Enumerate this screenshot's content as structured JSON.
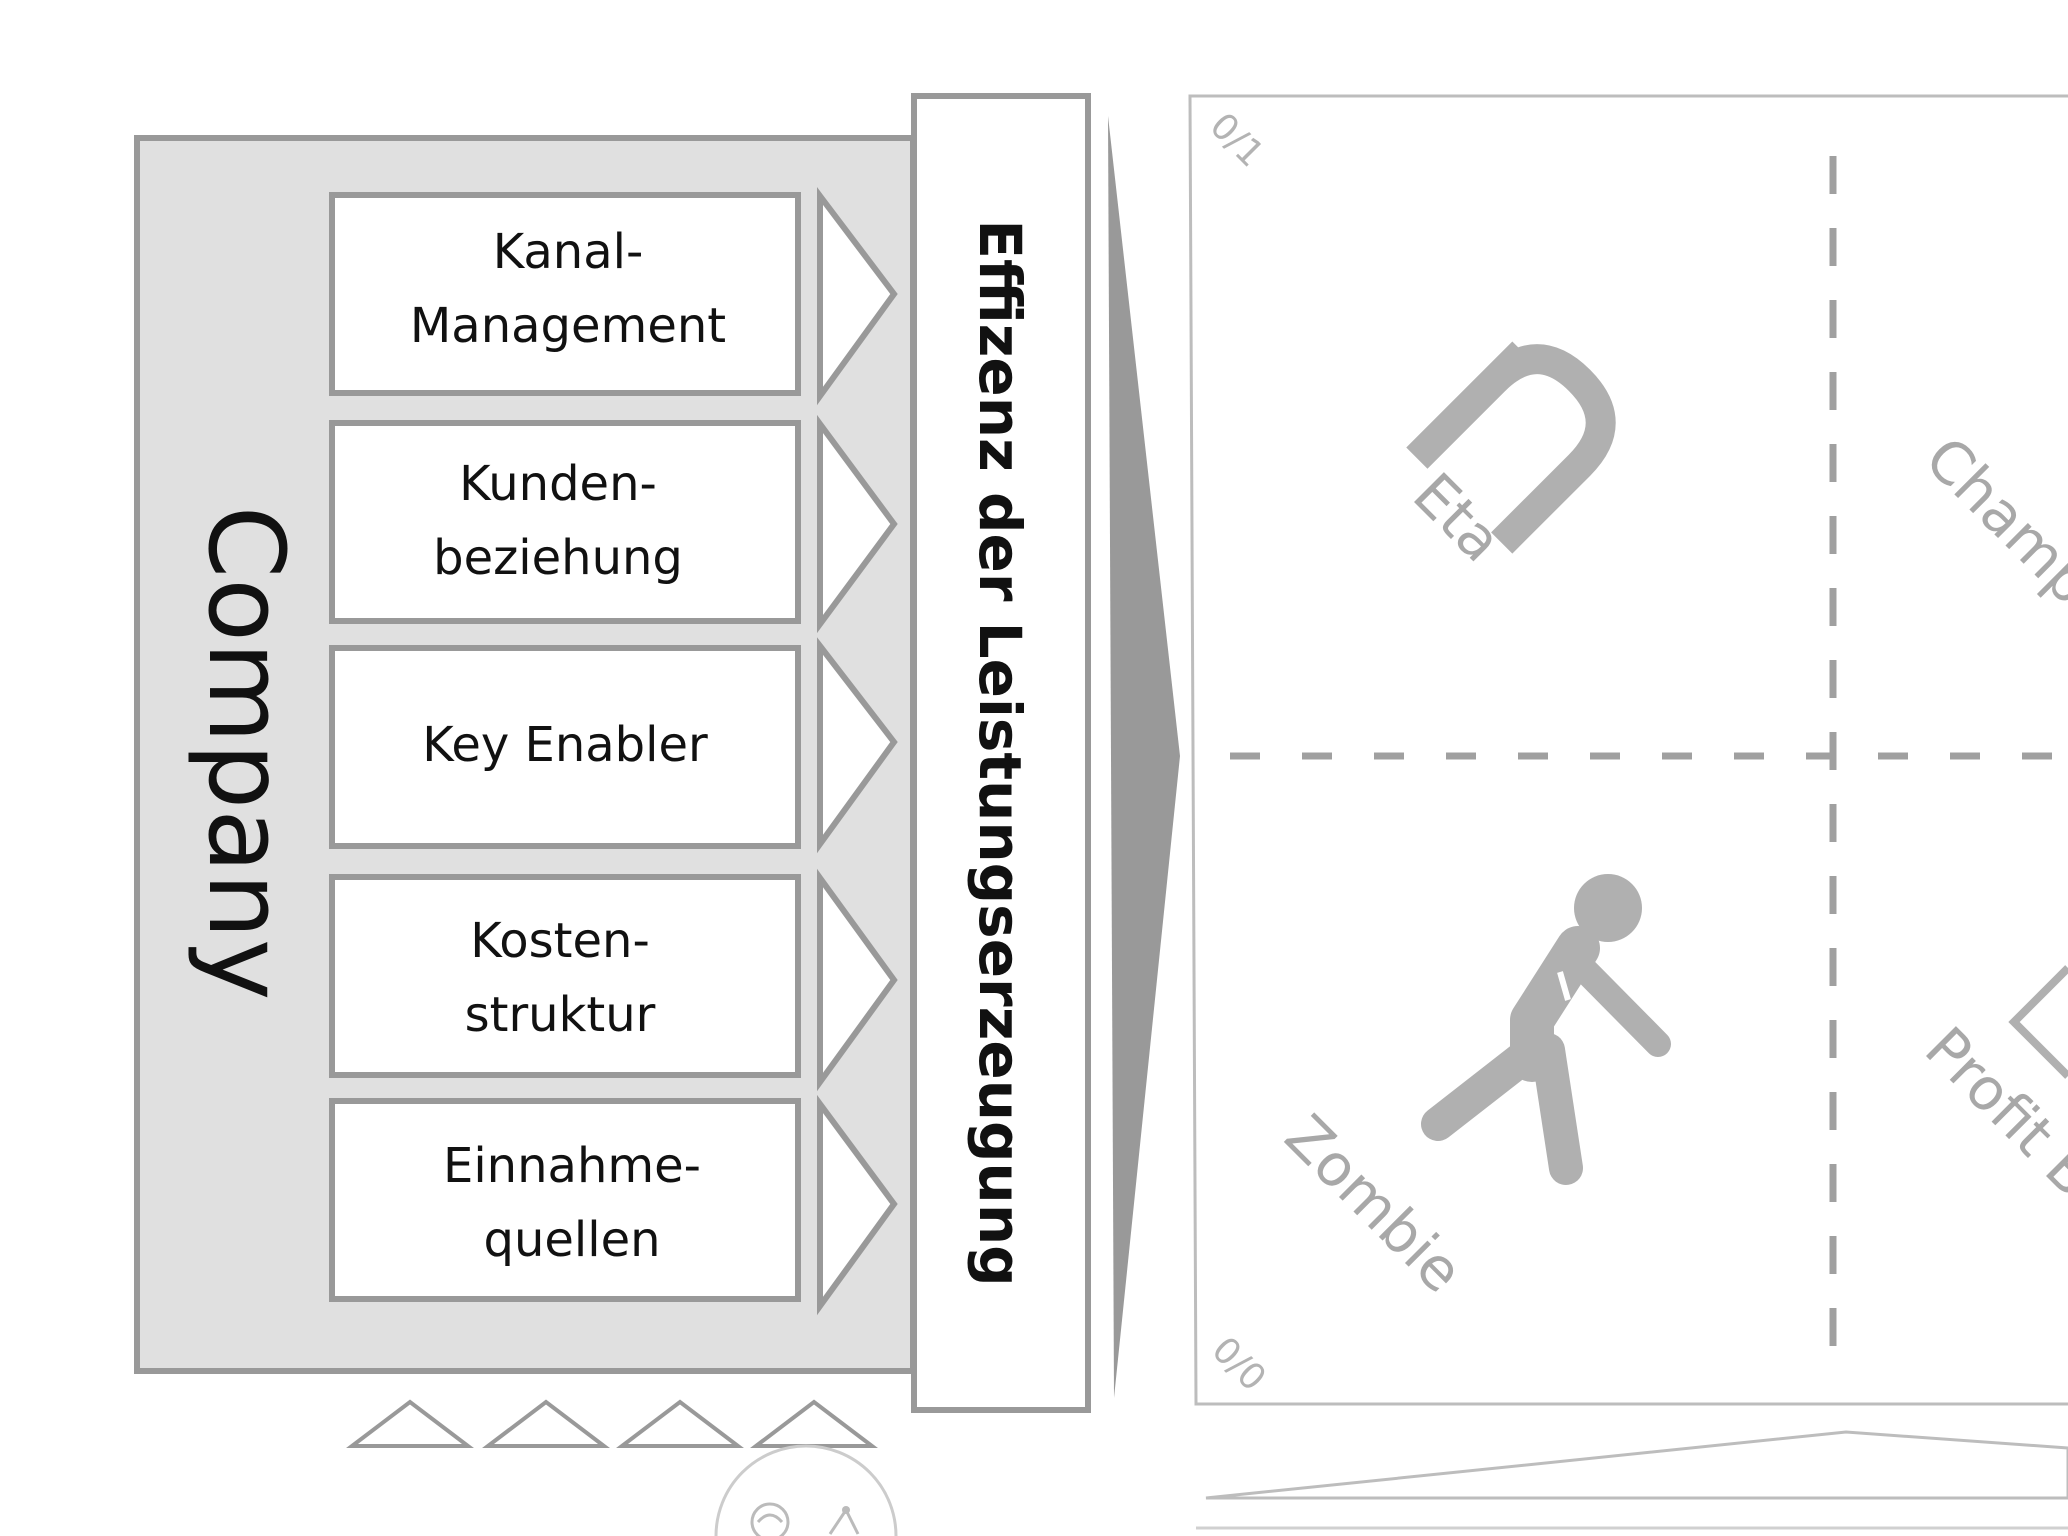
{
  "company": {
    "title": "Company"
  },
  "levers": [
    {
      "line1": "Kanal-",
      "line2": "Management"
    },
    {
      "line1": "Kunden-",
      "line2": "beziehung"
    },
    {
      "line1": "Key Enabler",
      "line2": ""
    },
    {
      "line1": "Kosten-",
      "line2": "struktur"
    },
    {
      "line1": "Einnahme-",
      "line2": "quellen"
    }
  ],
  "efficiency": {
    "title": "Effizenz der Leistungserzeugung"
  },
  "matrix": {
    "corner_top": "0/1",
    "corner_bottom": "0/0",
    "quadrants": {
      "top_left": "Eta",
      "top_right": "Champ",
      "bottom_left": "Zombie",
      "bottom_right": "Profit B"
    },
    "icons": {
      "top_left": "eta-symbol-icon",
      "bottom_left": "zombie-walking-icon",
      "bottom_right": "chart-icon"
    }
  },
  "colors": {
    "panel_fill": "#e0e0e0",
    "border": "#999999",
    "arrow_fill": "#999999",
    "icon_gray": "#b0b0b0",
    "dash_gray": "#a0a0a0"
  }
}
